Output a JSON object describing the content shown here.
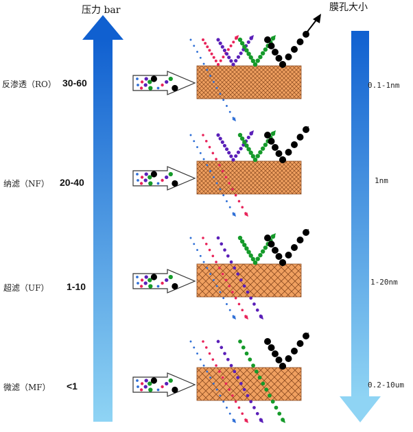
{
  "axes": {
    "pressure_title": "压力 bar",
    "pore_title": "膜孔大小"
  },
  "colors": {
    "membrane": "#f0a060",
    "membrane_hatch": "#8a4a20",
    "blue": "#2f6fd6",
    "red": "#e8245a",
    "purple": "#5a1fb8",
    "green": "#159a2a",
    "black": "#000000"
  },
  "processes": [
    {
      "name": "反渗透（RO）",
      "pressure": "30-60",
      "pore": "0.1-1nm",
      "pass_count": 1
    },
    {
      "name": "纳滤（NF）",
      "pressure": "20-40",
      "pore": "1nm",
      "pass_count": 2
    },
    {
      "name": "超滤（UF）",
      "pressure": "1-10",
      "pore": "1-20nm",
      "pass_count": 3
    },
    {
      "name": "微滤（MF）",
      "pressure": "<1",
      "pore": "0.2-10um",
      "pass_count": 4
    }
  ]
}
